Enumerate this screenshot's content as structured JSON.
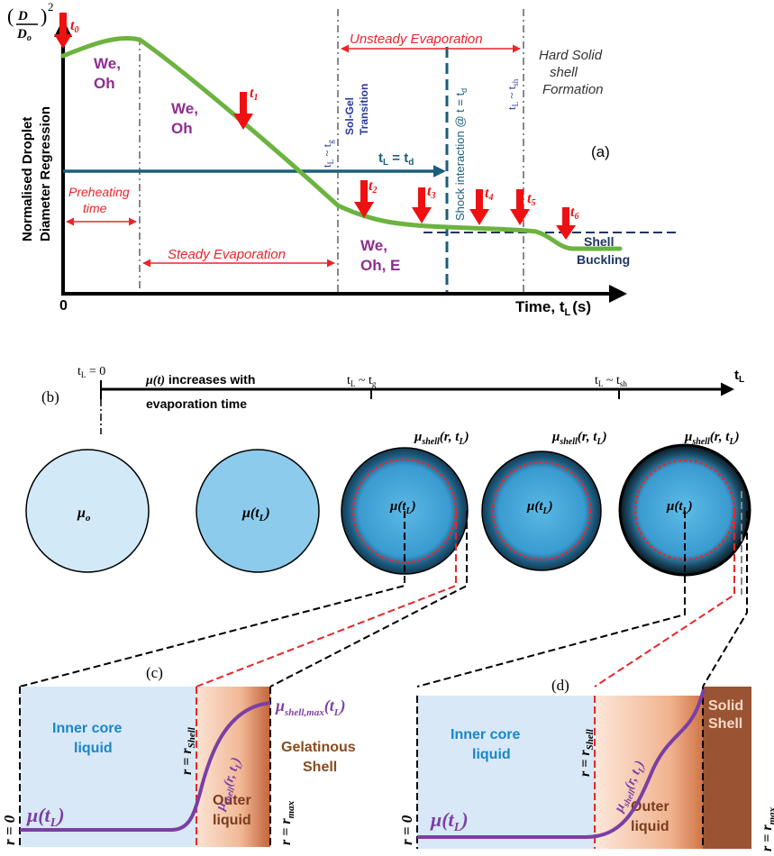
{
  "panel_a": {
    "label": "(a)",
    "y_axis_symbol_D": "D",
    "y_axis_symbol_Do": "D",
    "y_axis_symbol_sub": "o",
    "y_axis_power": "2",
    "y_axis_label_line1": "Normalised Droplet",
    "y_axis_label_line2": "Diameter Regression",
    "x_axis_label": "Time, t",
    "x_axis_sub": "L",
    "x_axis_unit": "(s)",
    "origin": "0",
    "unsteady_evaporation": "Unsteady Evaporation",
    "steady_evaporation": "Steady Evaporation",
    "preheating_line1": "Preheating",
    "preheating_line2": "time",
    "hard_solid_line1": "Hard Solid",
    "hard_solid_line2": "shell",
    "hard_solid_line3": "Formation",
    "sol_gel_line1": "Sol-Gel",
    "sol_gel_line2": "Transition",
    "tl_tg": "t",
    "tl_tsh": "t",
    "shock_interaction": "Shock interaction @ t = t",
    "tl_td": "t",
    "tl_td_rest": " = t",
    "shell_buckling_line1": "Shell",
    "shell_buckling_line2": "Buckling",
    "regime_1_line1": "We,",
    "regime_1_line2": "Oh",
    "regime_2_line1": "We,",
    "regime_2_line2": "Oh",
    "regime_3_line1": "We,",
    "regime_3_line2": "Oh, E",
    "time_markers": [
      "t0",
      "t1",
      "t2",
      "t3",
      "t4",
      "t5",
      "t6"
    ],
    "curve_color": "#6cb33f",
    "arrow_color": "#ee1111",
    "regime_color": "#8e2d8f"
  },
  "panel_b": {
    "label": "(b)",
    "axis_end": "t",
    "axis_end_sub": "L",
    "t0_label": "t",
    "t0_rest": " = 0",
    "tg_label": "t",
    "tg_rest": " ~ t",
    "tsh_label": "t",
    "tsh_rest": " ~ t",
    "mu_text_line1_rest": " increases with",
    "mu_text_line2": "evaporation time",
    "droplet_1": "μ",
    "droplet_1_sub": "o",
    "droplet_mu_t": "μ(t",
    "shell_label": "μ",
    "shell_sub": "shell",
    "shell_rest": "(r, t"
  },
  "panel_c": {
    "label": "(c)",
    "inner_core_line1": "Inner core",
    "inner_core_line2": "liquid",
    "outer_line1": "Outer",
    "outer_line2": "liquid",
    "gelatinous_line1": "Gelatinous",
    "gelatinous_line2": "Shell",
    "r_zero": "r = 0",
    "r_shell": "r = r",
    "r_max": "r = r",
    "mu_shell_max": "μ",
    "mu_shell_max_sub": "shell,max",
    "mu_t": "μ(t"
  },
  "panel_d": {
    "label": "(d)",
    "inner_core_line1": "Inner core",
    "inner_core_line2": "liquid",
    "outer_line1": "Outer",
    "outer_line2": "liquid",
    "solid_line1": "Solid",
    "solid_line2": "Shell",
    "r_zero": "r = 0",
    "r_shell": "r = r",
    "r_max": "r = r",
    "mu_t": "μ(t"
  }
}
